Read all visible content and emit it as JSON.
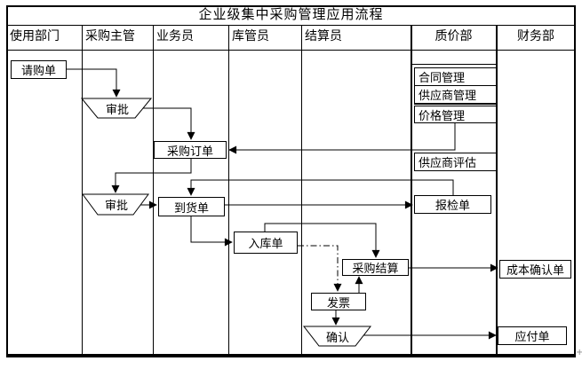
{
  "title": "企业级集中采购管理应用流程",
  "lanes": [
    "使用部门",
    "采购主管",
    "业务员",
    "库管员",
    "结算员",
    "质价部",
    "财务部"
  ],
  "nodes": {
    "purchase_request": {
      "label": "请购单",
      "shape": "rect",
      "lane": "使用部门"
    },
    "approval_1": {
      "label": "审批",
      "shape": "trapezoid",
      "lane": "采购主管"
    },
    "purchase_order": {
      "label": "采购订单",
      "shape": "rect",
      "lane": "业务员"
    },
    "approval_2": {
      "label": "审批",
      "shape": "trapezoid",
      "lane": "采购主管"
    },
    "arrival_note": {
      "label": "到货单",
      "shape": "rect",
      "lane": "业务员"
    },
    "warehouse_receipt": {
      "label": "入库单",
      "shape": "rect",
      "lane": "库管员"
    },
    "purchase_settlement": {
      "label": "采购结算",
      "shape": "rect",
      "lane": "结算员"
    },
    "invoice": {
      "label": "发票",
      "shape": "rect",
      "lane": "结算员"
    },
    "confirm": {
      "label": "确认",
      "shape": "trapezoid",
      "lane": "结算员"
    },
    "contract_mgmt": {
      "label": "合同管理",
      "shape": "rect",
      "lane": "质价部"
    },
    "supplier_mgmt": {
      "label": "供应商管理",
      "shape": "rect",
      "lane": "质价部"
    },
    "price_mgmt": {
      "label": "价格管理",
      "shape": "rect",
      "lane": "质价部"
    },
    "supplier_evaluation": {
      "label": "供应商评估",
      "shape": "rect",
      "lane": "质价部"
    },
    "inspection_form": {
      "label": "报检单",
      "shape": "rect",
      "lane": "质价部"
    },
    "cost_confirmation": {
      "label": "成本确认单",
      "shape": "rect",
      "lane": "财务部"
    },
    "payable": {
      "label": "应付单",
      "shape": "rect",
      "lane": "财务部"
    }
  },
  "edges": [
    {
      "from": "purchase_request",
      "to": "approval_1",
      "style": "solid"
    },
    {
      "from": "approval_1",
      "to": "purchase_order",
      "style": "solid"
    },
    {
      "from": "price_mgmt",
      "to": "purchase_order",
      "style": "solid"
    },
    {
      "from": "purchase_order",
      "to": "approval_2",
      "style": "solid"
    },
    {
      "from": "approval_2",
      "to": "arrival_note",
      "style": "solid"
    },
    {
      "from": "inspection_form",
      "to": "arrival_note",
      "style": "solid"
    },
    {
      "from": "arrival_note",
      "to": "inspection_form",
      "style": "solid"
    },
    {
      "from": "arrival_note",
      "to": "warehouse_receipt",
      "style": "solid"
    },
    {
      "from": "warehouse_receipt",
      "to": "purchase_settlement",
      "style": "solid"
    },
    {
      "from": "warehouse_receipt",
      "to": "invoice",
      "style": "dashdot"
    },
    {
      "from": "invoice",
      "to": "purchase_settlement",
      "style": "solid"
    },
    {
      "from": "invoice",
      "to": "confirm",
      "style": "solid"
    },
    {
      "from": "purchase_settlement",
      "to": "cost_confirmation",
      "style": "solid"
    },
    {
      "from": "confirm",
      "to": "payable",
      "style": "solid"
    }
  ],
  "colors": {
    "line": "#000000",
    "background": "#ffffff",
    "artifact": "#8a8a8a"
  },
  "artifact": {
    "glyph": "+"
  }
}
